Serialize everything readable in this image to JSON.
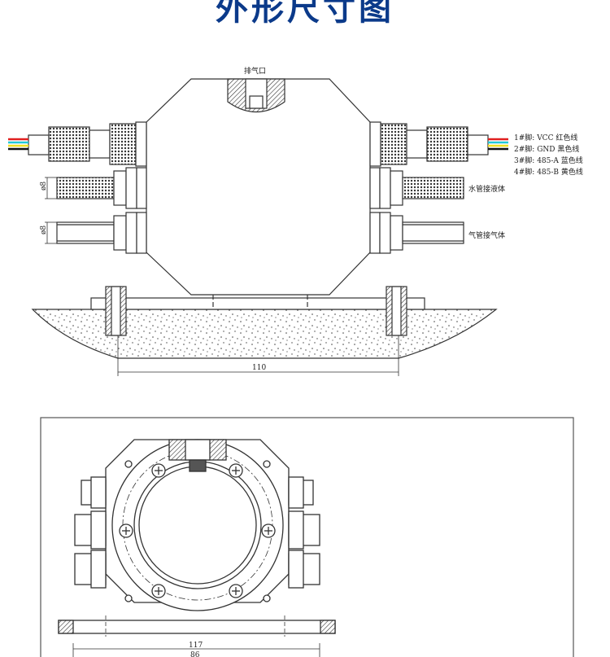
{
  "title": "外形尺寸图",
  "labels": {
    "exhaust_port": "排气口",
    "water_pipe": "水管接液体",
    "gas_pipe": "气管接气体",
    "diameter_1": "ø8",
    "diameter_2": "ø8"
  },
  "wiring": [
    {
      "pin": "1#脚:",
      "signal": "VCC",
      "color_name": "红色线",
      "color": "#e02020"
    },
    {
      "pin": "2#脚:",
      "signal": "GND",
      "color_name": "黑色线",
      "color": "#111111"
    },
    {
      "pin": "3#脚:",
      "signal": "485-A",
      "color_name": "蓝色线",
      "color": "#22c8d8"
    },
    {
      "pin": "4#脚:",
      "signal": "485-B",
      "color_name": "黄色线",
      "color": "#f0e020"
    }
  ],
  "dimensions": {
    "side_mount_spacing": "110",
    "base_width": "117",
    "hole_spacing": "86"
  },
  "colors": {
    "title": "#0b3a8a",
    "line": "#333333"
  }
}
